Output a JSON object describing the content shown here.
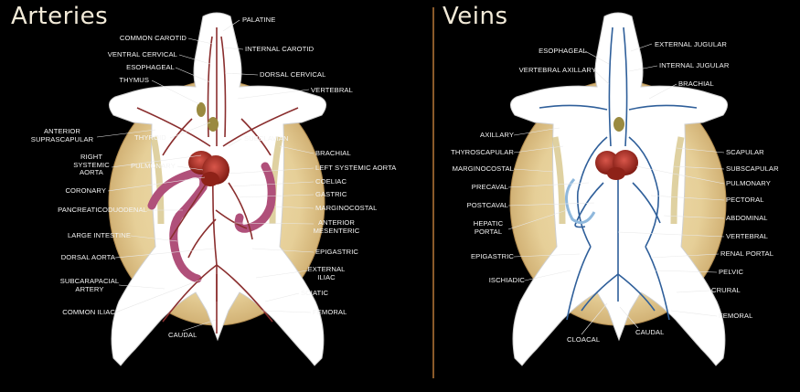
{
  "arteries": {
    "title": "Arteries",
    "labels": [
      "PALATINE",
      "COMMON CAROTID",
      "INTERNAL CAROTID",
      "VENTRAL CERVICAL",
      "DORSAL CERVICAL",
      "ESOPHAGEAL",
      "THYMUS",
      "VERTEBRAL",
      "ANTERIOR SUPRASCAPULAR",
      "THYROID",
      "SUBCLAVIAN",
      "BRACHIAL",
      "RIGHT SYSTEMIC AORTA",
      "PULMONARY",
      "LEFT SYSTEMIC AORTA",
      "COELIAC",
      "CORONARY",
      "GASTRIC",
      "MARGINOCOSTAL",
      "PANCREATICODUODENAL",
      "ANTERIOR MESENTERIC",
      "LARGE INTESTINE",
      "EPIGASTRIC",
      "DORSAL AORTA",
      "EXTERNAL ILIAC",
      "SUBCARAPACIAL ARTERY",
      "SCIATIC",
      "COMMON ILIAC",
      "FEMORAL",
      "CAUDAL"
    ]
  },
  "veins": {
    "title": "Veins",
    "labels": [
      "ESOPHAGEAL",
      "EXTERNAL JUGULAR",
      "VERTEBRAL AXILLARY",
      "INTERNAL JUGULAR",
      "BRACHIAL",
      "AXILLARY",
      "THYROSCAPULAR",
      "SCAPULAR",
      "MARGINOCOSTAL",
      "SUBSCAPULAR",
      "PULMONARY",
      "PRECAVAL",
      "PECTORAL",
      "POSTCAVAL",
      "ABDOMINAL",
      "HEPATIC PORTAL",
      "VERTEBRAL",
      "RENAL PORTAL",
      "EPIGASTRIC",
      "PELVIC",
      "ISCHIADIC",
      "CRURAL",
      "FEMORAL",
      "CLOACAL",
      "CAUDAL"
    ]
  },
  "colors": {
    "background": "#000000",
    "shell": "#e8d3a0",
    "body": "#ffffff",
    "artery": "#8a2e2e",
    "intestine": "#b0507a",
    "vein": "#2f5f9a",
    "heart": "#b02a1e",
    "divider": "#8a5a2a"
  }
}
